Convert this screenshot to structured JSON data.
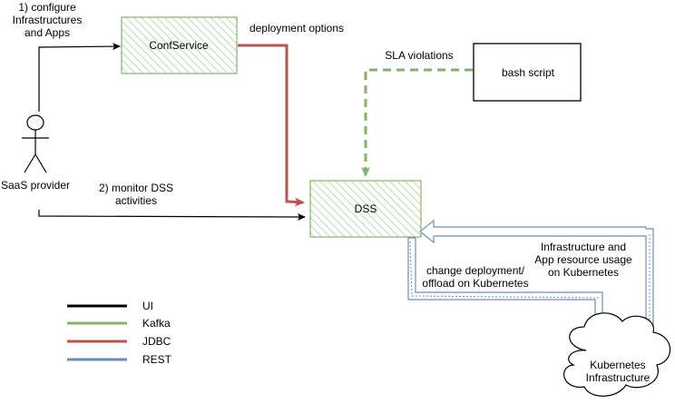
{
  "nodes": {
    "confservice": "ConfService",
    "dss": "DSS",
    "bash_script": "bash script",
    "kubernetes": [
      "Kubernetes",
      "Infrastructure"
    ]
  },
  "actor": {
    "label": "SaaS provider"
  },
  "edges": {
    "configure": [
      "1) configure",
      "Infrastructures",
      "and Apps"
    ],
    "deployment_options": "deployment options",
    "sla_violations": "SLA violations",
    "monitor": [
      "2) monitor DSS",
      "activities"
    ],
    "change_deployment": [
      "change deployment/",
      "offload on Kubernetes"
    ],
    "resource_usage": [
      "Infrastructure and",
      "App resource usage",
      "on Kubernetes"
    ]
  },
  "legend": [
    {
      "label": "UI",
      "color": "#000000"
    },
    {
      "label": "Kafka",
      "color": "#82b366"
    },
    {
      "label": "JDBC",
      "color": "#b85450"
    },
    {
      "label": "REST",
      "color": "#6c8ebf"
    }
  ],
  "colors": {
    "green_fill": "#d5e8d4",
    "green_stroke": "#82b366",
    "red": "#b85450",
    "blue": "#6c8ebf",
    "black": "#000000"
  }
}
